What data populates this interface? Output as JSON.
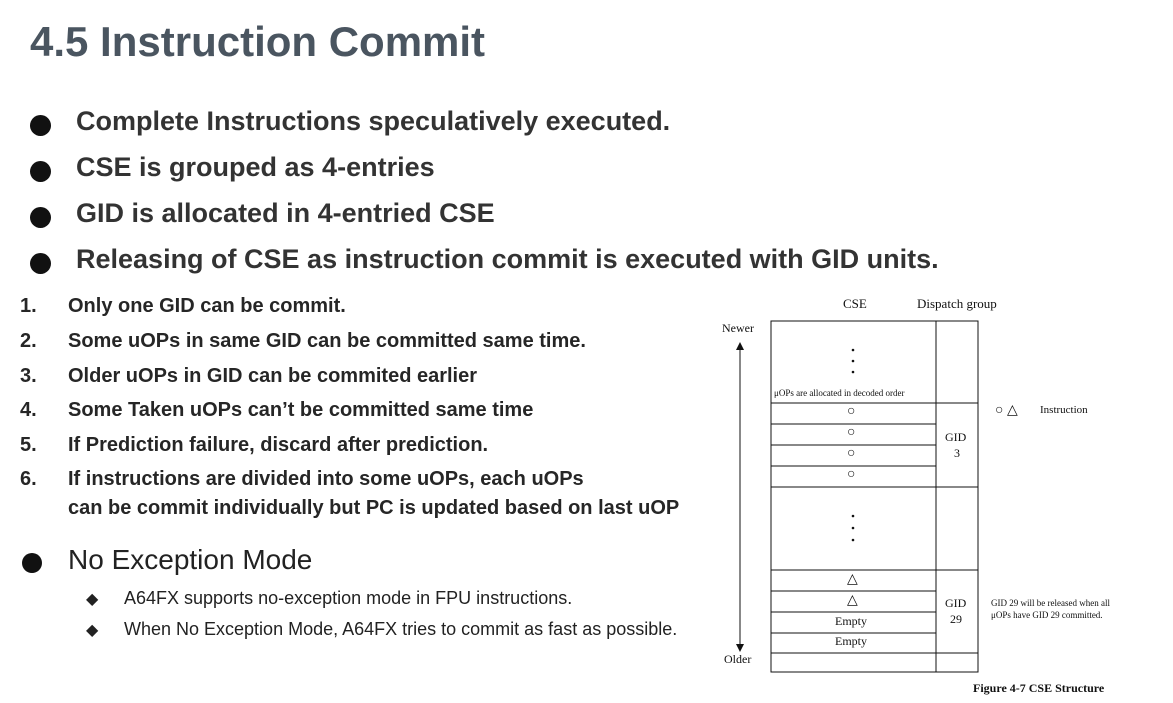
{
  "title": "4.5 Instruction Commit",
  "bullets": [
    "Complete Instructions speculatively executed.",
    "CSE is grouped as 4-entries",
    "GID is allocated in 4-entried CSE",
    "Releasing of CSE as instruction commit is executed with GID units."
  ],
  "numbered": [
    {
      "num": "1.",
      "text": "Only one GID can be commit."
    },
    {
      "num": "2.",
      "text": "Some uOPs in same GID can be committed same time."
    },
    {
      "num": "3.",
      "text": "Older uOPs in GID can be commited earlier"
    },
    {
      "num": "4.",
      "text": "Some Taken uOPs can’t be committed same time"
    },
    {
      "num": "5.",
      "text": "If Prediction failure, discard after prediction."
    },
    {
      "num": "6.",
      "text": "If instructions are divided into some uOPs, each uOPs",
      "text2": "can be commit individually but PC is updated based on last uOP"
    }
  ],
  "no_exception": {
    "heading": "No Exception Mode",
    "items": [
      "A64FX supports no-exception  mode in FPU instructions.",
      "When No Exception Mode, A64FX tries to commit as fast as possible."
    ]
  },
  "figure": {
    "col_cse": "CSE",
    "col_dispatch": "Dispatch group",
    "newer": "Newer",
    "older": "Older",
    "alloc_note": "μOPs are allocated in decoded order",
    "legend_symbols": "○ △",
    "legend_text": "Instruction",
    "circle": "○",
    "triangle": "△",
    "gid3_a": "GID",
    "gid3_b": "3",
    "gid29_a": "GID",
    "gid29_b": "29",
    "empty": "Empty",
    "release_note_1": "GID 29 will be released when all",
    "release_note_2": "μOPs have GID 29 committed.",
    "caption": "Figure 4-7    CSE Structure"
  }
}
